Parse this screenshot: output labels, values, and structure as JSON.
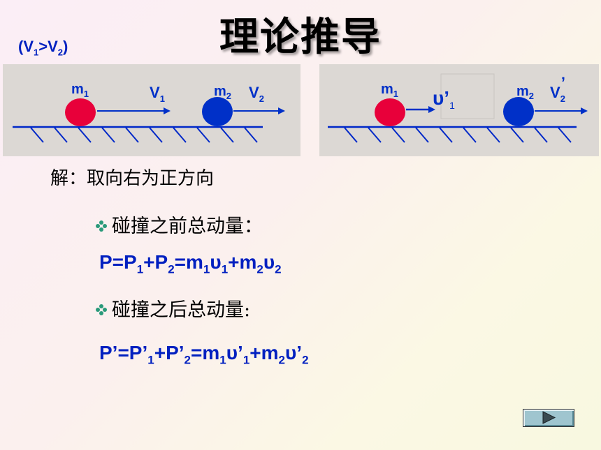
{
  "title": "理论推导",
  "condition": {
    "prefix": "(V",
    "s1": "1",
    "mid": ">V",
    "s2": "2",
    "suffix": ")"
  },
  "diagram_before": {
    "m1_label": "m",
    "m1_sub": "1",
    "v1_label": "V",
    "v1_sub": "1",
    "m2_label": "m",
    "m2_sub": "2",
    "v2_label": "V",
    "v2_sub": "2"
  },
  "diagram_after": {
    "m1_label": "m",
    "m1_sub": "1",
    "u1_label": "υ’",
    "u1_sub": "1",
    "m2_label": "m",
    "m2_sub": "2",
    "v2_label": "V",
    "v2_sub": "2",
    "v2_prime": "’"
  },
  "solution_text": "解：取向右为正方向",
  "bullet1": "碰撞之前总动量：",
  "formula1": {
    "p1": "P=P",
    "s1": "1",
    "p2": "+P",
    "s2": "2",
    "p3": "=m",
    "s3": "1",
    "p4": "υ",
    "s4": "1",
    "p5": "+m",
    "s5": "2",
    "p6": "υ",
    "s6": "2"
  },
  "bullet2": "碰撞之后总动量:",
  "formula2": {
    "p1": "P’=P’",
    "s1": "1",
    "p2": "+P’",
    "s2": "2",
    "p3": "=m",
    "s3": "1",
    "p4": "υ’",
    "s4": "1",
    "p5": "+m",
    "s5": "2",
    "p6": "υ’",
    "s6": "2"
  },
  "colors": {
    "ball_m1": "#e8003a",
    "ball_m2": "#0030c8",
    "text_blue": "#0020c0",
    "button": "#9fc5cf"
  },
  "nav_icon": "play-next-icon"
}
